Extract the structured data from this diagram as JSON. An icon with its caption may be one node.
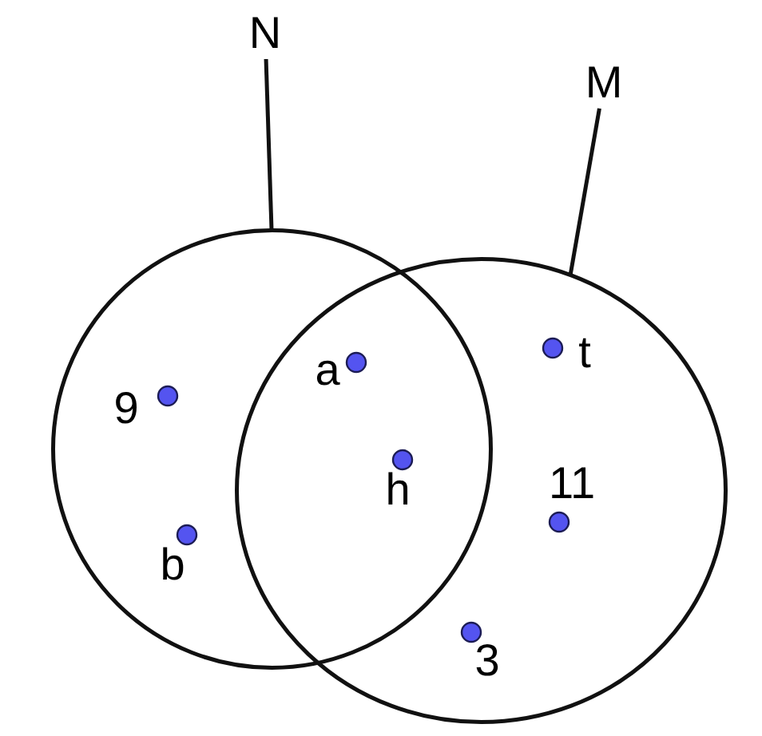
{
  "diagram": {
    "nodes": [
      {
        "text": [
          "N"
        ]
      },
      {
        "text": [],
        "shape": "circle"
      },
      {
        "text": [
          "M"
        ]
      },
      {
        "text": [],
        "shape": "circle"
      }
    ],
    "edges": [
      {
        "from": 0,
        "to": 1,
        "arrow": "none"
      },
      {
        "from": 2,
        "to": 3,
        "arrow": "none"
      }
    ],
    "labels": [
      "9",
      "a",
      "t",
      "h",
      "11",
      "b",
      "3"
    ]
  }
}
